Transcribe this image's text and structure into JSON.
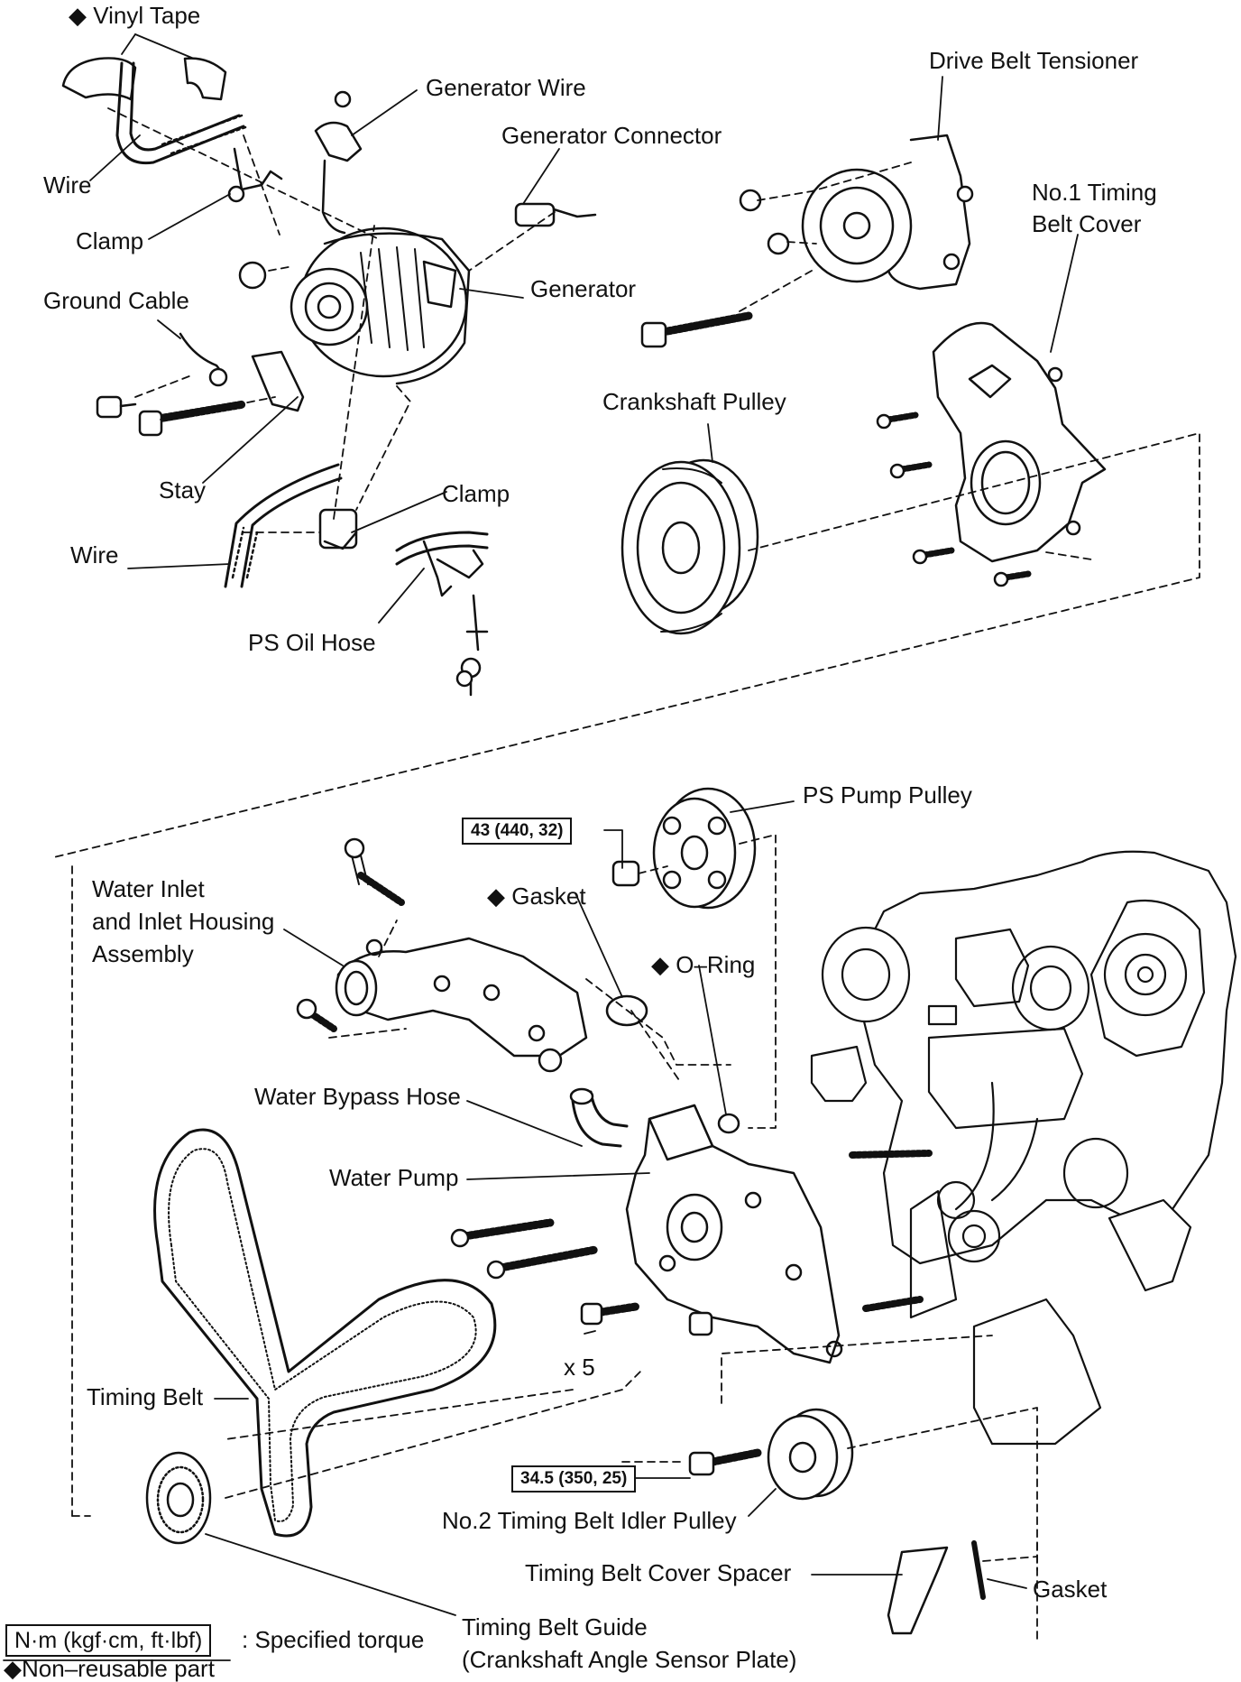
{
  "colors": {
    "ink": "#111111",
    "background": "#ffffff"
  },
  "labels": {
    "vinyl_tape": "◆ Vinyl Tape",
    "generator_wire": "Generator Wire",
    "generator_connector": "Generator Connector",
    "drive_belt_tensioner": "Drive Belt Tensioner",
    "wire_top": "Wire",
    "clamp_top": "Clamp",
    "no1_timing_belt_cover_line1": "No.1 Timing",
    "no1_timing_belt_cover_line2": "Belt Cover",
    "ground_cable": "Ground Cable",
    "generator": "Generator",
    "crankshaft_pulley": "Crankshaft Pulley",
    "stay": "Stay",
    "clamp_mid": "Clamp",
    "wire_mid": "Wire",
    "ps_oil_hose": "PS Oil Hose",
    "ps_pump_pulley": "PS Pump Pulley",
    "water_inlet_line1": "Water Inlet",
    "water_inlet_line2": "and Inlet Housing",
    "water_inlet_line3": "Assembly",
    "gasket_top": "◆ Gasket",
    "o_ring": "◆ O–Ring",
    "water_bypass_hose": "Water Bypass Hose",
    "water_pump": "Water Pump",
    "timing_belt": "Timing Belt",
    "x5": "x 5",
    "no2_idler_pulley": "No.2 Timing Belt Idler Pulley",
    "timing_belt_cover_spacer": "Timing Belt Cover Spacer",
    "gasket_bottom": "Gasket",
    "timing_belt_guide_line1": "Timing Belt Guide",
    "timing_belt_guide_line2": "(Crankshaft Angle Sensor Plate)"
  },
  "torque_specs": {
    "ps_pump_pulley_nut": "43 (440, 32)",
    "idler_pulley_bolt": "34.5 (350, 25)"
  },
  "legend": {
    "torque_unit": "N·m (kgf·cm, ft·lbf)",
    "torque_desc": ": Specified torque",
    "non_reusable": "◆Non–reusable part"
  }
}
